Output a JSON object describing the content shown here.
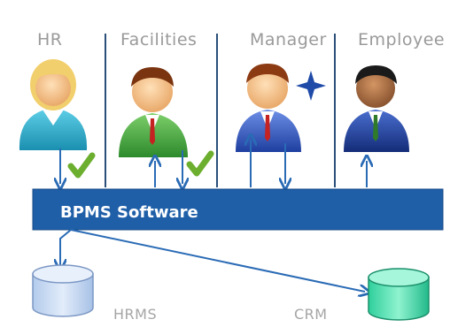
{
  "roles": [
    {
      "name": "HR",
      "icon": "hr-person-icon"
    },
    {
      "name": "Facilities",
      "icon": "facilities-person-icon"
    },
    {
      "name": "Manager",
      "icon": "manager-person-icon"
    },
    {
      "name": "Employee",
      "icon": "employee-person-icon"
    }
  ],
  "bpms": {
    "label": "BPMS Software"
  },
  "databases": [
    {
      "name": "HRMS",
      "icon": "database-icon"
    },
    {
      "name": "CRM",
      "icon": "database-icon"
    }
  ],
  "colors": {
    "bar": "#1f5fa8",
    "arrow": "#2a6bb5",
    "divider": "#2b4f7a",
    "check": "#6cae2e",
    "hrms_db": "#c9dbf2",
    "crm_db": "#4fe0b4"
  }
}
